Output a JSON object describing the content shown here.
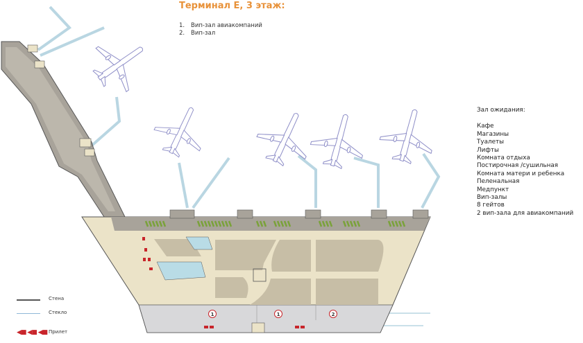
{
  "header": {
    "title": "Терминал E, 3 этаж:",
    "vip_list": [
      {
        "num": "1.",
        "label": "Вип-зал авиакомпаний"
      },
      {
        "num": "2.",
        "label": "Вип-зал"
      }
    ]
  },
  "amenities": {
    "heading": "Зал ожидания:",
    "items": [
      "Кафе",
      "Магазины",
      "Туалеты",
      "Лифты",
      "Комната отдыха",
      "Постирочная /сушильная",
      "Комната матери и ребенка",
      "Пеленальная",
      "Медпункт",
      "Вип-залы",
      "8 гейтов",
      "2 вип-зала для авиакомпаний"
    ]
  },
  "map_markers": [
    "1",
    "1",
    "2"
  ],
  "legend": {
    "items": [
      {
        "label": "Стена",
        "type": "wall",
        "color": "#555555"
      },
      {
        "label": "Стекло",
        "type": "glass",
        "color": "#8fb8d8"
      },
      {
        "label": "Прилет",
        "type": "arrival",
        "color": "#c8252b"
      }
    ]
  },
  "colors": {
    "title": "#e8923a",
    "floor": "#ebe3c8",
    "concourse": "#a8a39a",
    "zones": "#c7bea6",
    "bridge": "#b9d6e2",
    "seats": "#7aa23a",
    "arrival_zone": "#d8d8da"
  }
}
